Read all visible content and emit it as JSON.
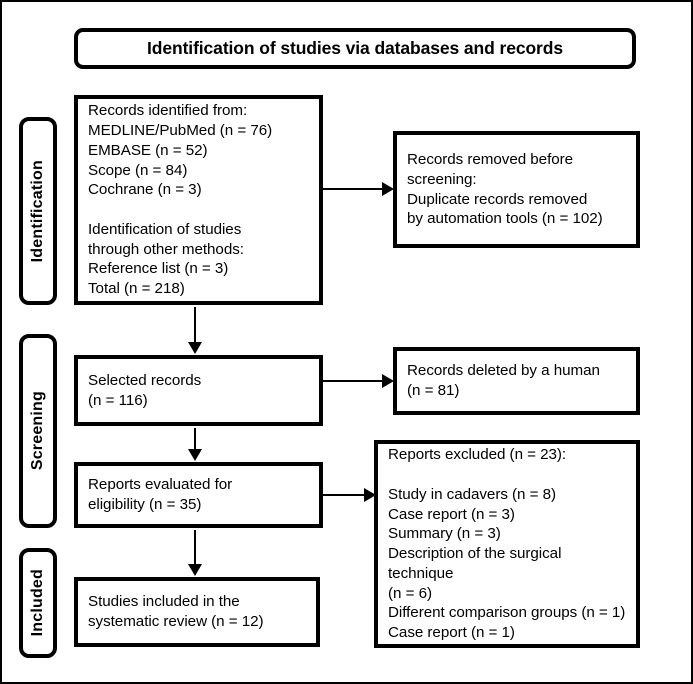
{
  "diagram": {
    "title": "Identification of studies via databases and records",
    "stages": [
      {
        "id": "identification",
        "label": "Identification"
      },
      {
        "id": "screening",
        "label": "Screening"
      },
      {
        "id": "included",
        "label": "Included"
      }
    ],
    "boxes": {
      "records_identified": "Records identified from:\nMEDLINE/PubMed (n = 76)\nEMBASE (n = 52)\nScope (n = 84)\nCochrane (n = 3)\n\nIdentification of studies\nthrough other methods:\nReference list (n = 3)\nTotal (n = 218)",
      "records_removed": "Records removed before\nscreening:\nDuplicate records removed\nby automation tools (n = 102)",
      "selected_records": "Selected records\n(n = 116)",
      "records_deleted": "Records deleted by a human\n(n = 81)",
      "reports_evaluated": "Reports evaluated for\neligibility (n = 35)",
      "reports_excluded": "Reports excluded (n = 23):\n\nStudy in cadavers (n = 8)\nCase report (n = 3)\nSummary (n = 3)\nDescription of the surgical technique\n(n = 6)\nDifferent comparison groups (n = 1)\nCase report (n = 1)",
      "studies_included": "Studies included in the\nsystematic review (n = 12)"
    }
  },
  "chart_data": {
    "type": "diagram",
    "title": "Identification of studies via databases and records",
    "nodes": [
      {
        "id": "records_identified",
        "stage": "Identification",
        "label": "Records identified from",
        "sources": [
          {
            "name": "MEDLINE/PubMed",
            "n": 76
          },
          {
            "name": "EMBASE",
            "n": 52
          },
          {
            "name": "Scope",
            "n": 84
          },
          {
            "name": "Cochrane",
            "n": 3
          },
          {
            "name": "Reference list",
            "n": 3
          }
        ],
        "total": 218
      },
      {
        "id": "records_removed",
        "stage": "Identification",
        "label": "Records removed before screening: Duplicate records removed by automation tools",
        "n": 102
      },
      {
        "id": "selected_records",
        "stage": "Screening",
        "label": "Selected records",
        "n": 116
      },
      {
        "id": "records_deleted",
        "stage": "Screening",
        "label": "Records deleted by a human",
        "n": 81
      },
      {
        "id": "reports_evaluated",
        "stage": "Screening",
        "label": "Reports evaluated for eligibility",
        "n": 35
      },
      {
        "id": "reports_excluded",
        "stage": "Screening",
        "label": "Reports excluded",
        "n": 23,
        "reasons": [
          {
            "reason": "Study in cadavers",
            "n": 8
          },
          {
            "reason": "Case report",
            "n": 3
          },
          {
            "reason": "Summary",
            "n": 3
          },
          {
            "reason": "Description of the surgical technique",
            "n": 6
          },
          {
            "reason": "Different comparison groups",
            "n": 1
          },
          {
            "reason": "Case report",
            "n": 1
          }
        ]
      },
      {
        "id": "studies_included",
        "stage": "Included",
        "label": "Studies included in the systematic review",
        "n": 12
      }
    ],
    "edges": [
      {
        "from": "records_identified",
        "to": "records_removed",
        "direction": "right"
      },
      {
        "from": "records_identified",
        "to": "selected_records",
        "direction": "down"
      },
      {
        "from": "selected_records",
        "to": "records_deleted",
        "direction": "right"
      },
      {
        "from": "selected_records",
        "to": "reports_evaluated",
        "direction": "down"
      },
      {
        "from": "reports_evaluated",
        "to": "reports_excluded",
        "direction": "right"
      },
      {
        "from": "reports_evaluated",
        "to": "studies_included",
        "direction": "down"
      }
    ]
  }
}
